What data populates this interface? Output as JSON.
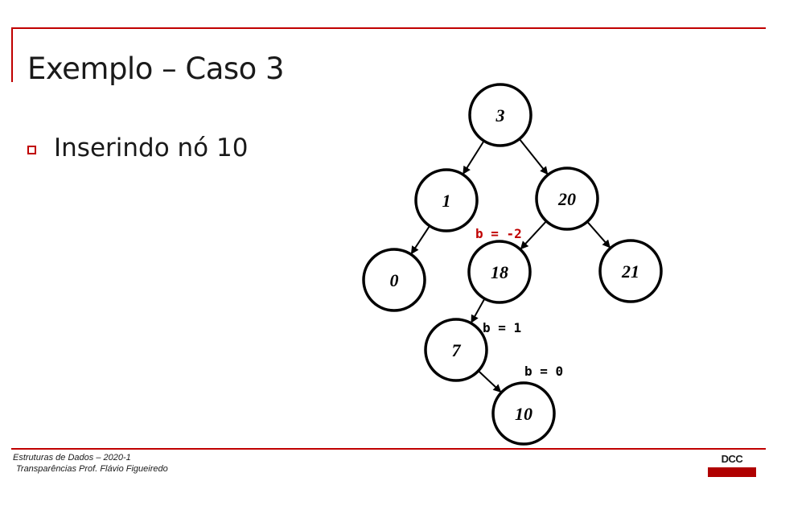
{
  "slide": {
    "title": "Exemplo – Caso 3",
    "bullet": "Inserindo nó 10",
    "accent_color": "#c00000"
  },
  "tree": {
    "nodes": [
      {
        "id": "n3",
        "label": "3"
      },
      {
        "id": "n1",
        "label": "1"
      },
      {
        "id": "n20",
        "label": "20"
      },
      {
        "id": "n0",
        "label": "0"
      },
      {
        "id": "n18",
        "label": "18"
      },
      {
        "id": "n21",
        "label": "21"
      },
      {
        "id": "n7",
        "label": "7"
      },
      {
        "id": "n10",
        "label": "10"
      }
    ],
    "edges": [
      {
        "from": "n3",
        "to": "n1"
      },
      {
        "from": "n3",
        "to": "n20"
      },
      {
        "from": "n1",
        "to": "n0"
      },
      {
        "from": "n20",
        "to": "n18"
      },
      {
        "from": "n20",
        "to": "n21"
      },
      {
        "from": "n18",
        "to": "n7"
      },
      {
        "from": "n7",
        "to": "n10"
      }
    ],
    "balance_labels": [
      {
        "node": "n18",
        "text": "b = -2",
        "color": "#c00000"
      },
      {
        "node": "n7",
        "text": "b = 1",
        "color": "#000000"
      },
      {
        "node": "n10",
        "text": "b = 0",
        "color": "#000000"
      }
    ]
  },
  "footer": {
    "line1": "Estruturas de Dados – 2020-1",
    "line2": "Transparências Prof. Flávio Figueiredo"
  },
  "logo": {
    "text": "DCC",
    "bar_color": "#b00000"
  }
}
